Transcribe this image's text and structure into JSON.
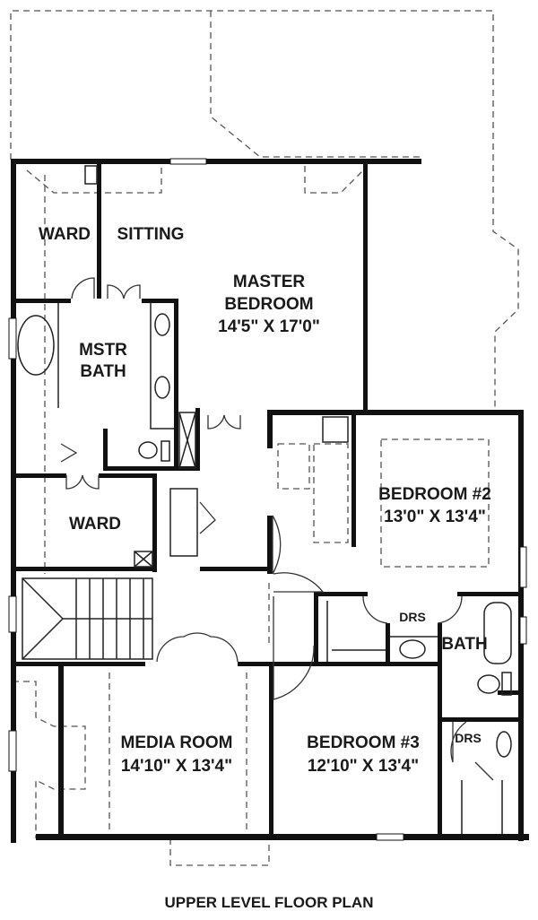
{
  "title": "UPPER LEVEL FLOOR PLAN",
  "rooms": {
    "ward_upper": "WARD",
    "sitting": "SITTING",
    "master_bedroom": {
      "name_line1": "MASTER",
      "name_line2": "BEDROOM",
      "size": "14'5\" X 17'0\""
    },
    "master_bath": {
      "name_line1": "MSTR",
      "name_line2": "BATH"
    },
    "ward_lower": "WARD",
    "bedroom2": {
      "name": "BEDROOM #2",
      "size": "13'0\" X 13'4\""
    },
    "drs_upper": "DRS",
    "bath": "BATH",
    "drs_lower": "DRS",
    "media_room": {
      "name": "MEDIA ROOM",
      "size": "14'10\" X 13'4\""
    },
    "bedroom3": {
      "name": "BEDROOM #3",
      "size": "12'10\" X 13'4\""
    }
  }
}
